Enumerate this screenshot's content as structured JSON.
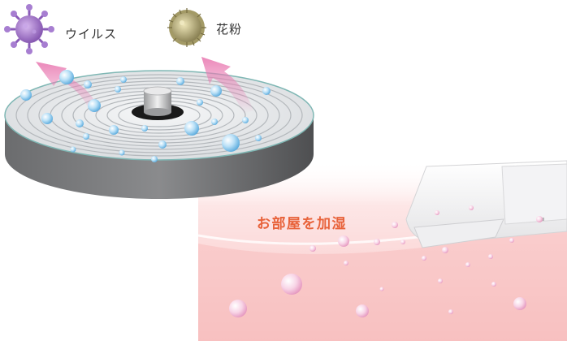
{
  "labels": {
    "virus": "ウイルス",
    "pollen": "花粉",
    "room": "お部屋を加湿"
  },
  "icons": {
    "virus": "virus-icon",
    "pollen": "pollen-icon",
    "disc": "humidifier-filter-disc",
    "aircon": "air-conditioner-unit"
  },
  "colors": {
    "virus": "#8a5bb8",
    "pollen": "#8f8456",
    "arrow": "#e97bb2",
    "droplet": "#6fb8e6",
    "room_bg": "#fbd3d3",
    "room_text": "#e8623a",
    "disc_rim": "#5f6062"
  }
}
